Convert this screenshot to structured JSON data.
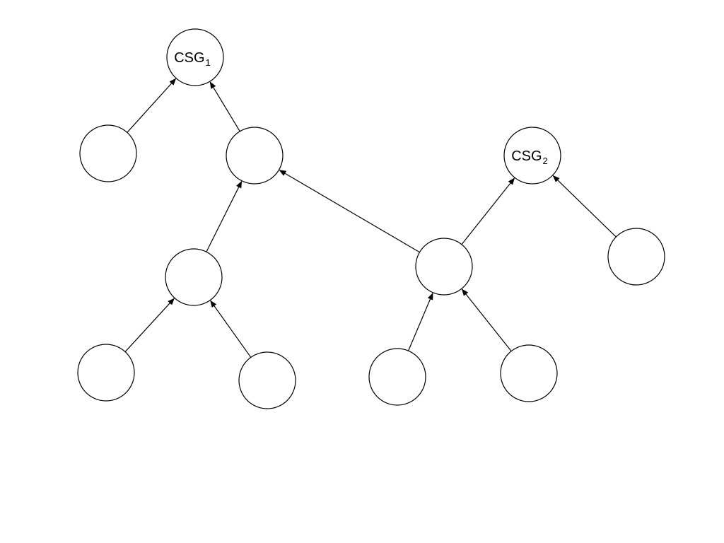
{
  "diagram": {
    "nodes": [
      {
        "id": "csg1",
        "label": "CSG",
        "sub": "1"
      },
      {
        "id": "n_l1a",
        "label": "",
        "sub": ""
      },
      {
        "id": "n_l1b",
        "label": "",
        "sub": ""
      },
      {
        "id": "csg2",
        "label": "CSG",
        "sub": "2"
      },
      {
        "id": "n_l2a",
        "label": "",
        "sub": ""
      },
      {
        "id": "n_l2b",
        "label": "",
        "sub": ""
      },
      {
        "id": "n_l2c",
        "label": "",
        "sub": ""
      },
      {
        "id": "n_l3a",
        "label": "",
        "sub": ""
      },
      {
        "id": "n_l3b",
        "label": "",
        "sub": ""
      },
      {
        "id": "n_l3c",
        "label": "",
        "sub": ""
      },
      {
        "id": "n_l3d",
        "label": "",
        "sub": ""
      }
    ],
    "edges": [
      {
        "from": "n_l1a",
        "to": "csg1"
      },
      {
        "from": "n_l1b",
        "to": "csg1"
      },
      {
        "from": "n_l2a",
        "to": "n_l1b"
      },
      {
        "from": "n_l2b",
        "to": "n_l1b"
      },
      {
        "from": "n_l2b",
        "to": "csg2"
      },
      {
        "from": "n_l2c",
        "to": "csg2"
      },
      {
        "from": "n_l3a",
        "to": "n_l2a"
      },
      {
        "from": "n_l3b",
        "to": "n_l2a"
      },
      {
        "from": "n_l3c",
        "to": "n_l2b"
      },
      {
        "from": "n_l3d",
        "to": "n_l2b"
      }
    ]
  }
}
